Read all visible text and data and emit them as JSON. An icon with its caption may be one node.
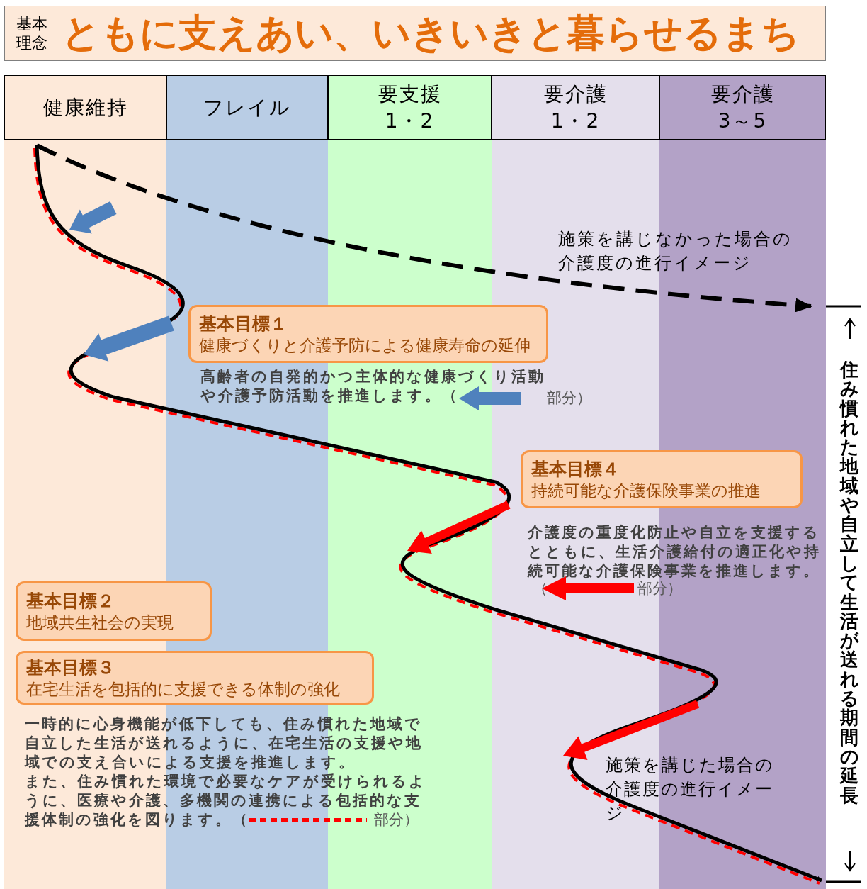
{
  "diagram": {
    "title": "ともに支えあい、いきいきと暮らせるまち",
    "nodes": [
      {
        "text": [
          "健康維持"
        ]
      },
      {
        "text": [
          "フレイル"
        ]
      },
      {
        "text": [
          "要支援",
          "1・2"
        ]
      },
      {
        "text": [
          "要介護",
          "1・2"
        ]
      },
      {
        "text": [
          "要介護",
          "3～5"
        ]
      },
      {
        "text": [
          "基本目標１",
          "健康づくりと介護予防による健康寿命の延伸"
        ],
        "beside": [
          "高齢者の自発的かつ主体的な健康づくり活動や介護予防活動を推進します。（"
        ]
      },
      {
        "text": [
          "基本目標４",
          "持続可能な介護保険事業の推進"
        ],
        "beside": [
          "介護度の重度化防止や自立を支援するとともに、生活介護給付の適正化や持続可能な介護保険事業を推進します。"
        ]
      },
      {
        "text": [
          "基本目標２",
          "地域共生社会の実現"
        ]
      },
      {
        "text": [
          "基本目標３",
          "在宅生活を包括的に支援できる体制の強化"
        ],
        "beside": [
          "一時的に心身機能が低下しても、住み慣れた地域で自立した生活が送れるように、在宅生活の支援や地域での支え合いによる支援を推進します。",
          "また、住み慣れた環境で必要なケアが受けられるように、医療や介護、多機関の連携による包括的な支援体制の強化を図ります。（"
        ]
      }
    ],
    "labels": [
      "基本理念",
      "施策を講じなかった場合の介護度の進行イメージ",
      "部分）",
      "（",
      "部分）",
      "部分）",
      "施策を講じた場合の介護度の進行イメージ",
      "住み慣れた地域や自立して生活が送れる期間の延長"
    ]
  }
}
